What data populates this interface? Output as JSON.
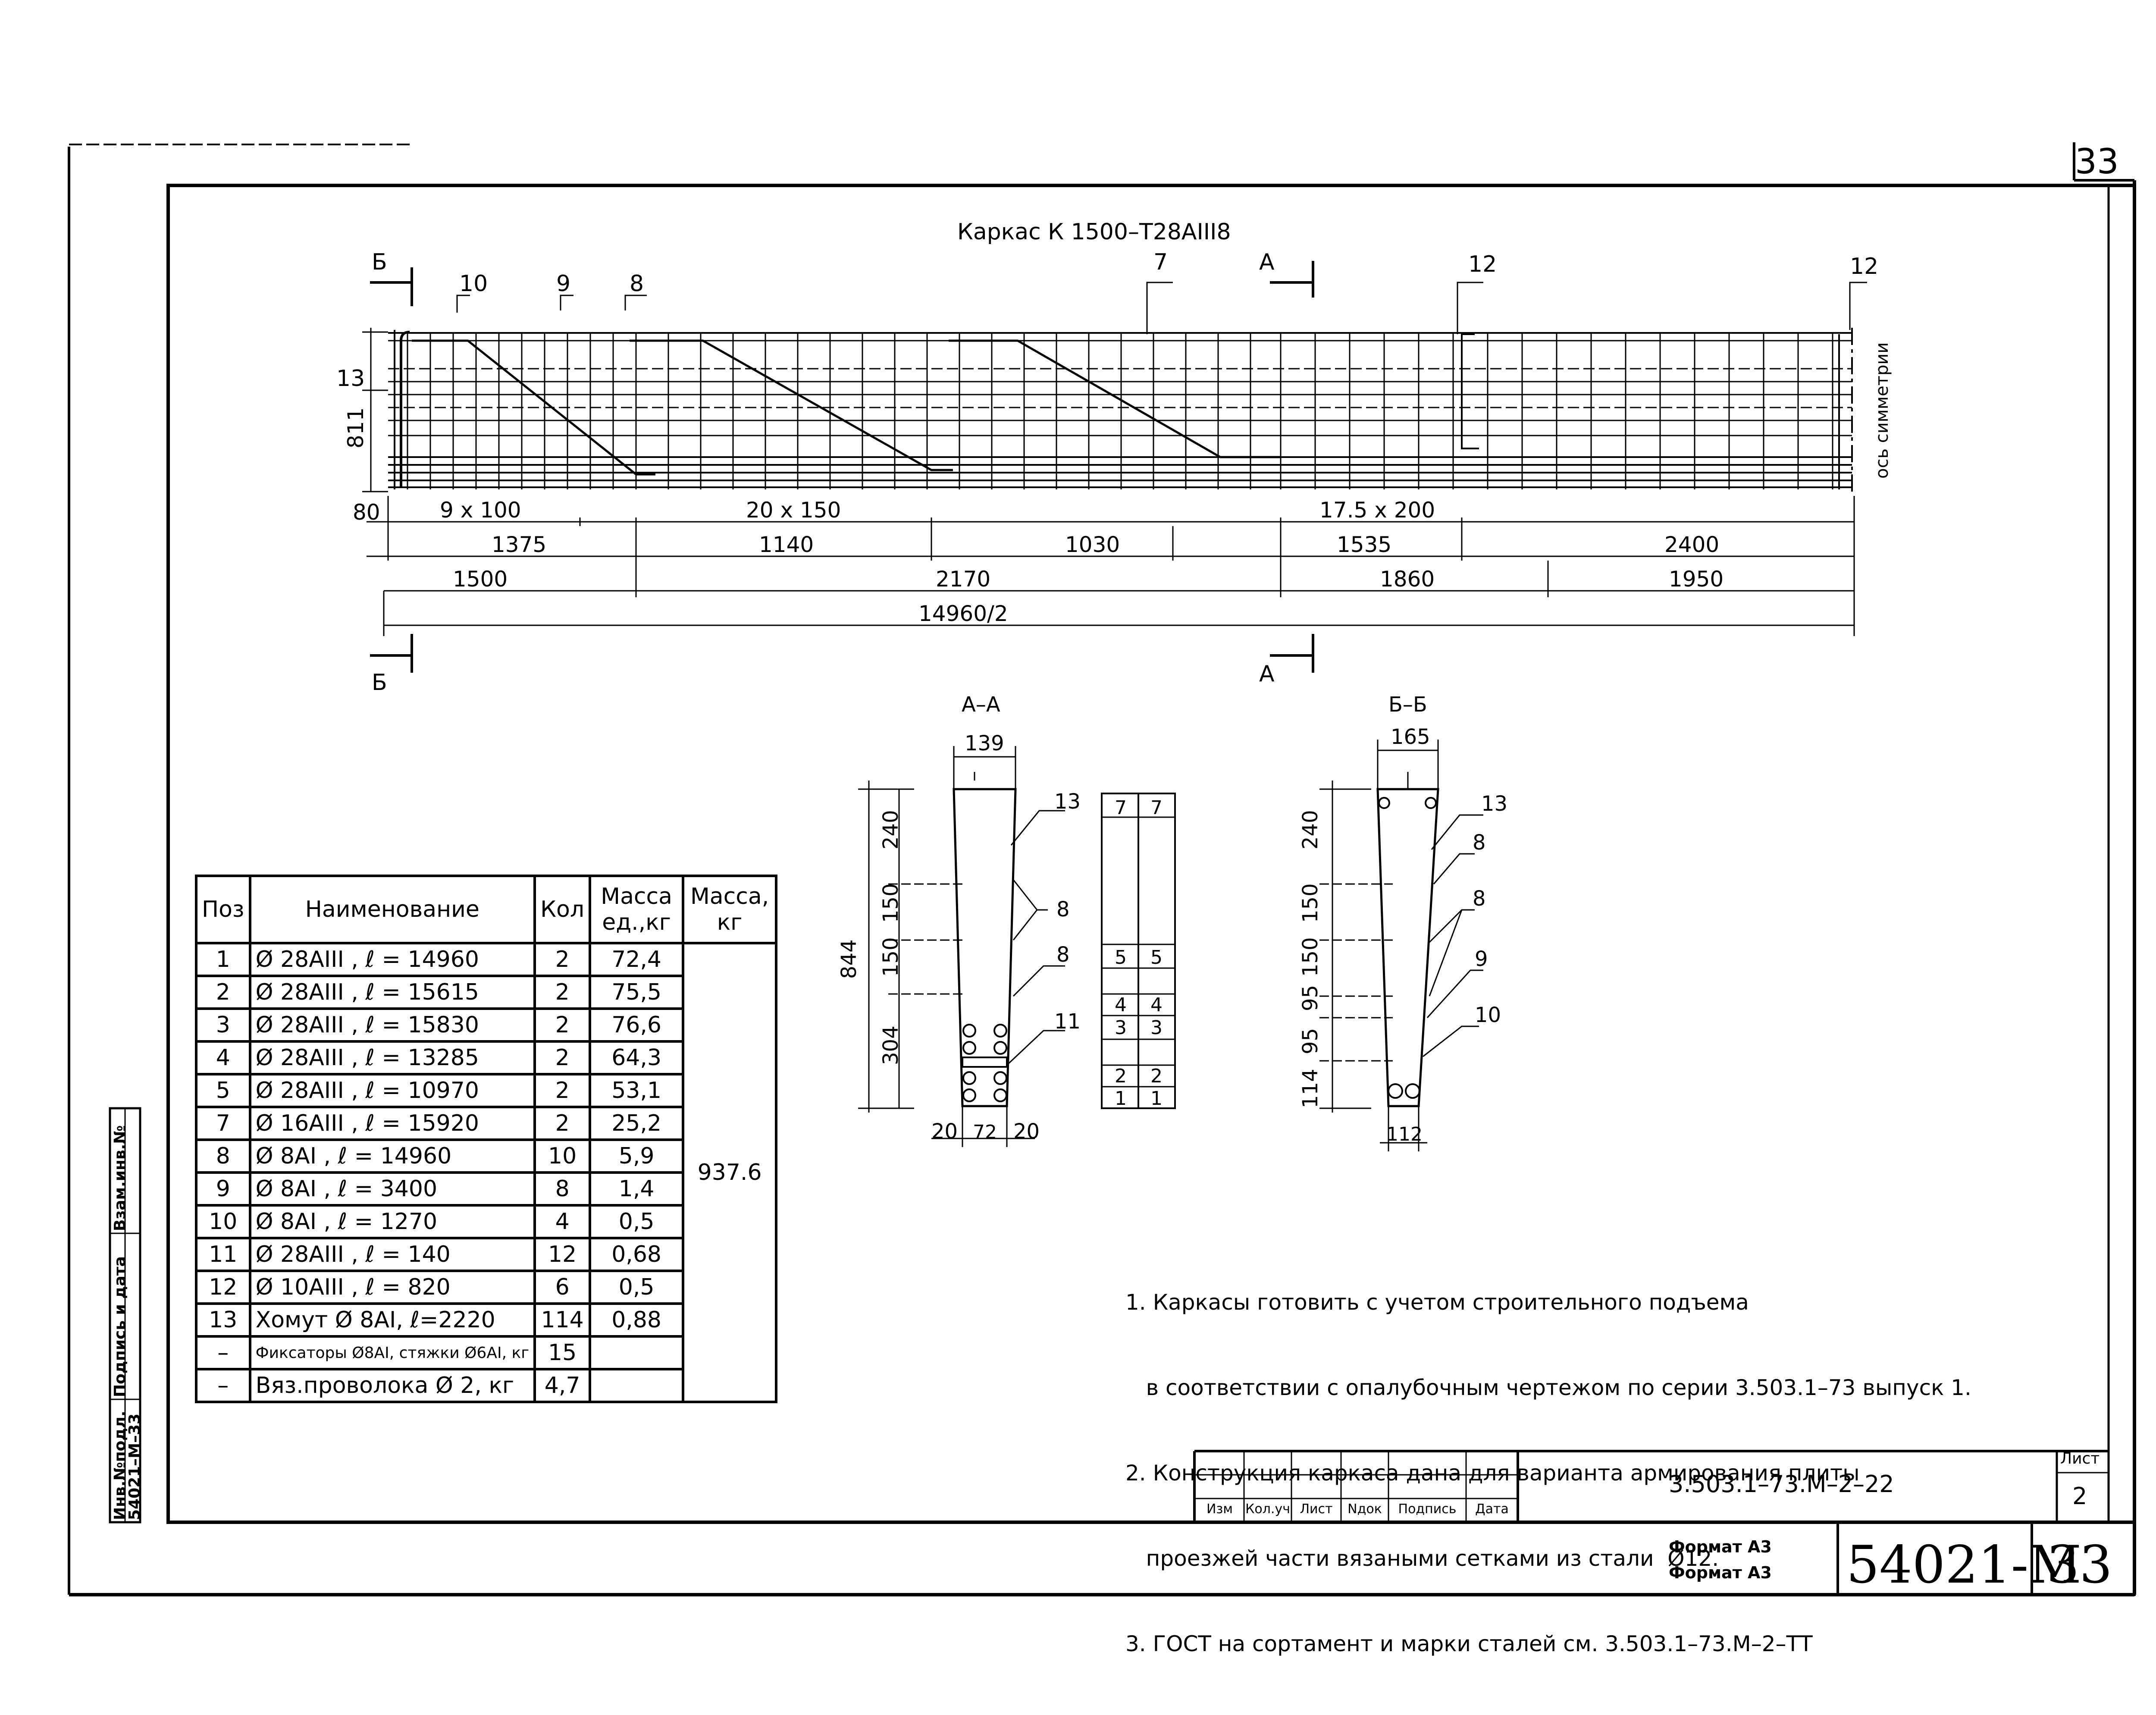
{
  "frame": {
    "corner_number": "33"
  },
  "main_view": {
    "title": "Каркас К 1500–Т28АIII8",
    "section_marks": {
      "b_top": "Б",
      "b_bottom": "Б",
      "a_top": "А",
      "a_bottom": "А"
    },
    "position_labels": [
      "10",
      "9",
      "8",
      "7",
      "12",
      "12"
    ],
    "left_labels": {
      "top": "13",
      "height": "811",
      "offset": "80"
    },
    "symmetry_axis": "ось симметрии",
    "dim_row1": [
      "9 x 100",
      "20 x 150",
      "17.5 x 200"
    ],
    "dim_row2": [
      "1375",
      "1140",
      "1030",
      "1535",
      "2400"
    ],
    "dim_row3": [
      "1500",
      "2170",
      "1860",
      "1950"
    ],
    "dim_total": "14960/2"
  },
  "section_aa": {
    "title": "А–А",
    "width_top": "139",
    "dims_vertical": [
      "240",
      "150",
      "150",
      "304"
    ],
    "total_height": "844",
    "bottom_dims": [
      "20",
      "72",
      "20"
    ],
    "callouts": [
      "13",
      "8",
      "8",
      "11"
    ],
    "grid_pairs": [
      [
        "7",
        "7"
      ],
      [
        "5",
        "5"
      ],
      [
        "4",
        "4"
      ],
      [
        "3",
        "3"
      ],
      [
        "2",
        "2"
      ],
      [
        "1",
        "1"
      ]
    ]
  },
  "section_bb": {
    "title": "Б–Б",
    "width_top": "165",
    "dims_vertical": [
      "240",
      "150",
      "150",
      "95",
      "95",
      "114"
    ],
    "bottom_dim": "112",
    "callouts": [
      "13",
      "8",
      "8",
      "9",
      "10"
    ]
  },
  "spec_table": {
    "headers": {
      "pos": "Поз",
      "name": "Наименование",
      "qty": "Кол",
      "unit_mass": "Масса ед.,кг",
      "mass": "Масса, кг"
    },
    "total_mass": "937.6",
    "rows": [
      {
        "pos": "1",
        "name": "Ø 28AIII , ℓ = 14960",
        "qty": "2",
        "mass": "72,4"
      },
      {
        "pos": "2",
        "name": "Ø 28AIII , ℓ = 15615",
        "qty": "2",
        "mass": "75,5"
      },
      {
        "pos": "3",
        "name": "Ø 28AIII , ℓ = 15830",
        "qty": "2",
        "mass": "76,6"
      },
      {
        "pos": "4",
        "name": "Ø 28AIII , ℓ = 13285",
        "qty": "2",
        "mass": "64,3"
      },
      {
        "pos": "5",
        "name": "Ø 28AIII , ℓ = 10970",
        "qty": "2",
        "mass": "53,1"
      },
      {
        "pos": "7",
        "name": "Ø 16AIII , ℓ = 15920",
        "qty": "2",
        "mass": "25,2"
      },
      {
        "pos": "8",
        "name": "Ø 8AI , ℓ = 14960",
        "qty": "10",
        "mass": "5,9"
      },
      {
        "pos": "9",
        "name": "Ø 8AI , ℓ = 3400",
        "qty": "8",
        "mass": "1,4"
      },
      {
        "pos": "10",
        "name": "Ø 8AI , ℓ = 1270",
        "qty": "4",
        "mass": "0,5"
      },
      {
        "pos": "11",
        "name": "Ø 28AIII , ℓ = 140",
        "qty": "12",
        "mass": "0,68"
      },
      {
        "pos": "12",
        "name": "Ø 10AIII , ℓ = 820",
        "qty": "6",
        "mass": "0,5"
      },
      {
        "pos": "13",
        "name": "Хомут Ø 8AI, ℓ=2220",
        "qty": "114",
        "mass": "0,88"
      },
      {
        "pos": "–",
        "name": "Фиксаторы Ø8AI, стяжки Ø6AI, кг",
        "qty": "15",
        "mass": ""
      },
      {
        "pos": "–",
        "name": "Вяз.проволока Ø 2, кг",
        "qty": "4,7",
        "mass": ""
      }
    ]
  },
  "notes": [
    "1. Каркасы готовить с учетом строительного подъема",
    "   в соответствии с опалубочным чертежом по серии 3.503.1–73 выпуск 1.",
    "2. Конструкция каркаса дана для варианта армирования плиты",
    "   проезжей части вязаными сетками из стали  Ø12.",
    "3. ГОСТ на сортамент и марки сталей см. 3.503.1–73.М–2–ТТ"
  ],
  "title_block": {
    "code": "3.503.1–73.М–2–22",
    "sheet_label": "Лист",
    "sheet_number": "2",
    "columns": [
      "Изм",
      "Кол.уч",
      "Лист",
      "Nдок",
      "Подпись",
      "Дата"
    ],
    "format1": "Формат А3",
    "format2": "Формат А3",
    "archive_number": "54021-М",
    "page_number": "33"
  },
  "side_stamp": {
    "inv_label": "Инв.№подл.",
    "sign_label": "Подпись и дата",
    "vzam_label": "Взам.инв.№",
    "inv_number": "54021–М–33"
  }
}
